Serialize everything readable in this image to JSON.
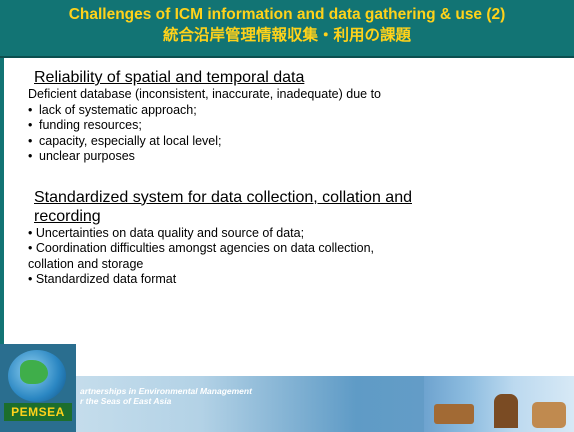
{
  "header": {
    "title_en": "Challenges of ICM information and data gathering & use (2)",
    "title_jp": "統合沿岸管理情報収集・利用の課題"
  },
  "section1": {
    "title": "Reliability of spatial and temporal data",
    "intro": "Deficient database (inconsistent, inaccurate, inadequate) due to",
    "bullets": [
      "lack of systematic approach;",
      "funding resources;",
      "capacity, especially at local level;",
      "unclear purposes"
    ]
  },
  "section2": {
    "title_line1": "Standardized system for data collection, collation and",
    "title_line2": "recording",
    "lines": [
      "• Uncertainties on data quality and source of data;",
      "• Coordination difficulties amongst agencies on data collection,",
      "collation and storage",
      "• Standardized data format"
    ]
  },
  "footer": {
    "logo_text": "PEMSEA",
    "line1": "artnerships in Environmental Management",
    "line2": "r the Seas of East Asia"
  },
  "colors": {
    "header_bg": "#127474",
    "header_text": "#ffd21a"
  }
}
